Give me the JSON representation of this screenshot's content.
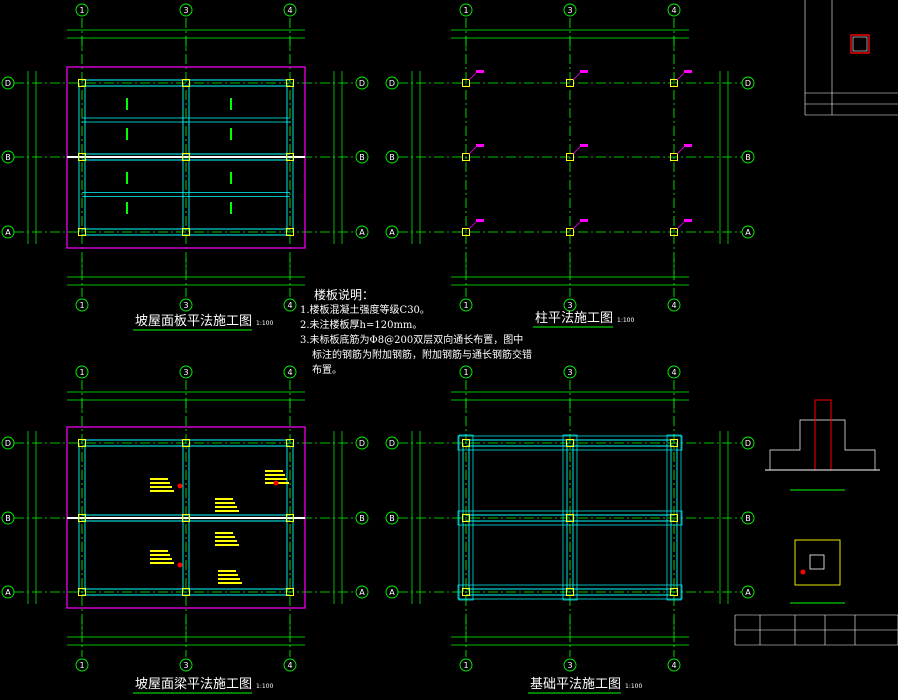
{
  "colors": {
    "background": "#000000",
    "grid_green": "#00ff00",
    "beam_cyan": "#00ffff",
    "frame_magenta": "#ff00ff",
    "column_yellow": "#ffff00",
    "text_white": "#ffffff",
    "rebar_red": "#ff0000"
  },
  "grid_labels": {
    "x": [
      "1",
      "3",
      "4"
    ],
    "y": [
      "D",
      "B",
      "A"
    ]
  },
  "drawings": {
    "roof_slab": {
      "title": "坡屋面板平法施工图",
      "scale": "1:100"
    },
    "column": {
      "title": "柱平法施工图",
      "scale": "1:100"
    },
    "roof_beam": {
      "title": "坡屋面梁平法施工图",
      "scale": "1:100"
    },
    "foundation": {
      "title": "基础平法施工图",
      "scale": "1:100"
    }
  },
  "notes": {
    "heading": "楼板说明：",
    "lines": [
      "1.楼板混凝土强度等级C30。",
      "2.未注楼板厚h=120mm。",
      "3.未标板底筋为Φ8@200双层双向通长布置，图中",
      "标注的钢筋为附加钢筋，附加钢筋与通长钢筋交错布置。"
    ]
  }
}
